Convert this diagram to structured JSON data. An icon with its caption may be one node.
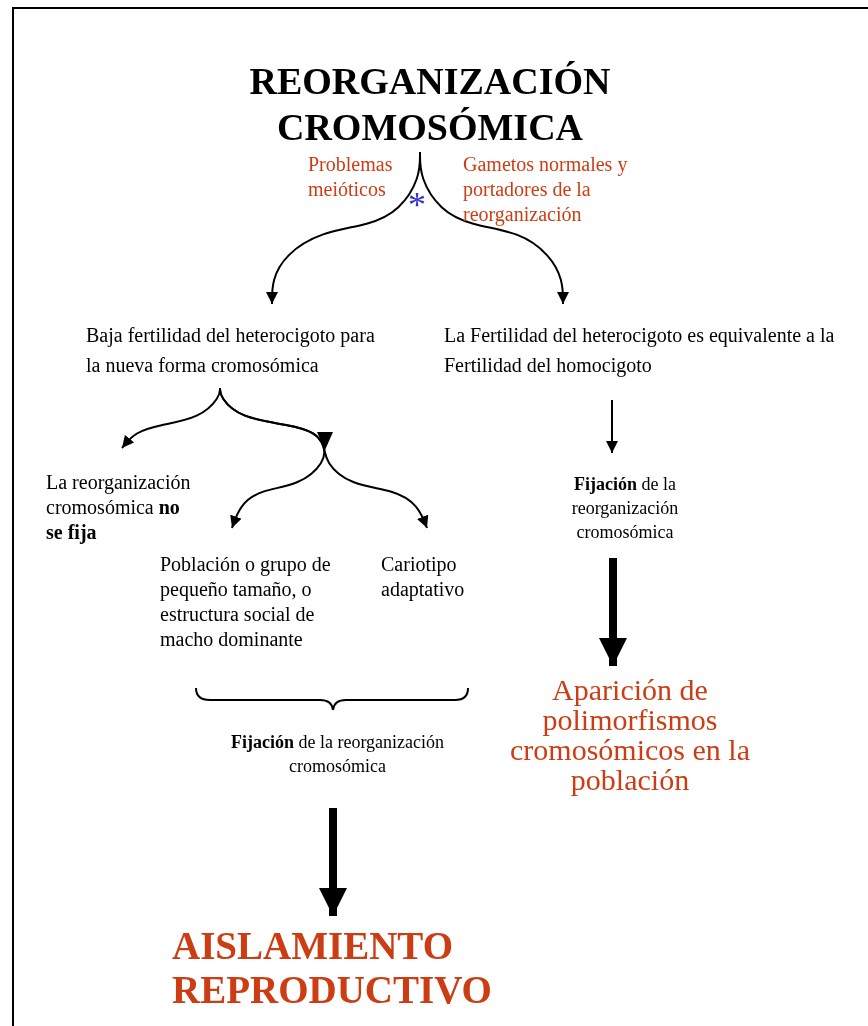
{
  "diagram": {
    "nodes": [
      {
        "text": [
          "REORGANIZACIÓN CROMOSÓMICA"
        ]
      },
      {
        "text": [
          "Baja fertilidad del heterocigoto para la nueva forma cromosómica"
        ]
      },
      {
        "text": [
          "La Fertilidad del heterocigoto es equivalente a la Fertilidad del homocigoto"
        ]
      },
      {
        "text": [
          "La reorganización cromosómica **no se fija**"
        ]
      },
      {
        "text": [
          "Población o grupo de pequeño tamaño, o estructura social de macho dominante"
        ]
      },
      {
        "text": [
          "Cariotipo adaptativo"
        ]
      },
      {
        "text": [
          "**Fijación** de la reorganización cromosómica"
        ]
      },
      {
        "text": [
          "**Fijación** de la reorganización cromosómica"
        ]
      },
      {
        "text": [
          "Aparición de polimorfismos cromosómicos en la población"
        ]
      },
      {
        "text": [
          "AISLAMIENTO REPRODUCTIVO"
        ]
      }
    ],
    "edges": [
      {
        "from": 0,
        "to": 1,
        "arrow": "to",
        "label": "Problemas meióticos"
      },
      {
        "from": 0,
        "to": 2,
        "arrow": "to",
        "label": "Gametos normales y  portadores de la reorganización"
      },
      {
        "from": 1,
        "to": 3,
        "arrow": "to"
      },
      {
        "from": 1,
        "to": 4,
        "arrow": "to"
      },
      {
        "from": 1,
        "to": 5,
        "arrow": "to"
      },
      {
        "from": 2,
        "to": 7,
        "arrow": "to"
      },
      {
        "from": 7,
        "to": 8,
        "arrow": "to",
        "style": "thick"
      },
      {
        "from": 6,
        "to": 9,
        "arrow": "to",
        "style": "thick"
      }
    ],
    "labels": [
      "*"
    ]
  }
}
